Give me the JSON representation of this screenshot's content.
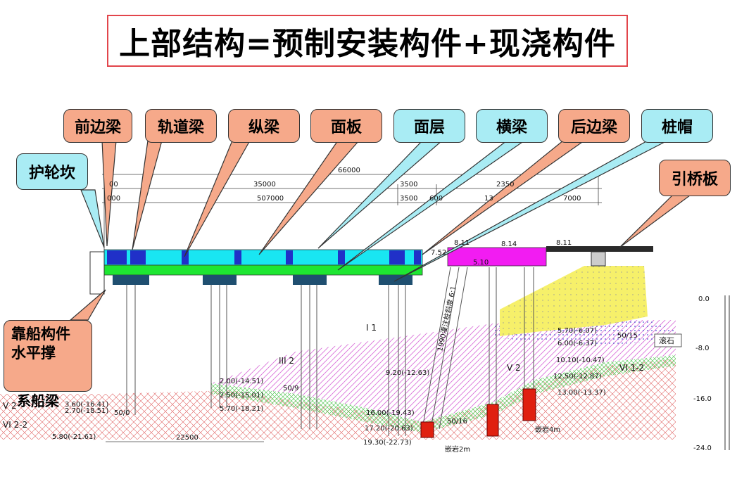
{
  "title": "上部结构=预制安装构件+现浇构件",
  "callouts": {
    "front_edge_beam": "前边梁",
    "rail_beam": "轨道梁",
    "longitudinal_beam": "纵梁",
    "deck_panel": "面板",
    "surface_layer": "面层",
    "cross_beam": "横梁",
    "rear_edge_beam": "后边梁",
    "pile_cap": "桩帽",
    "wheel_guard": "护轮坎",
    "approach_slab": "引桥板",
    "berthing_member": "靠船构件水平撑",
    "mooring_beam": "系船梁"
  },
  "dimensions": {
    "d66000": "66000",
    "d35000": "35000",
    "d3500a": "3500",
    "d2350": "2350",
    "d507000": "507000",
    "d3500b": "3500",
    "d7000": "7000",
    "d22500": "22500",
    "l_00": "00",
    "l_000": "000",
    "l_600": "600",
    "l_13": "13"
  },
  "elevations": {
    "e811a": "8.11",
    "e814": "8.14",
    "e811b": "8.11",
    "e752": "7.52",
    "e510": "5.10"
  },
  "levels_right": [
    "5.70(-6.07)",
    "6.00(-6.37)",
    "10.10(-10.47)",
    "12.50(-12.87)",
    "13.00(-13.37)"
  ],
  "levels_mid": [
    "9.20(-12.63)",
    "16.00(-19.43)",
    "17.20(-20.63)",
    "19.30(-22.73)"
  ],
  "levels_left": [
    "2.00(-14.51)",
    "2.50(-15.01)",
    "5.70(-18.21)"
  ],
  "levels_far_left": [
    "3.60(-16.41)",
    "2.70(-18.51)",
    "5.80(-21.61)"
  ],
  "soil_labels": {
    "s_I1": "I 1",
    "s_III2": "III 2",
    "s_V2a": "V 2",
    "s_V2b": "V 2",
    "s_VI22": "VI 2-2",
    "s_VI12": "VI 1-2",
    "s_rubble": "滚石"
  },
  "ratios": {
    "r50_9": "50/9",
    "r50_16": "50/16",
    "r50_15": "50/15",
    "r50_0": "50/0"
  },
  "notes": {
    "rock2m": "嵌岩2m",
    "rock4m": "嵌岩4m",
    "pile_slope": "1990灌注桩斜度 6:1"
  },
  "scale_ticks": [
    "0.0",
    "-8.0",
    "-16.0",
    "-24.0"
  ]
}
